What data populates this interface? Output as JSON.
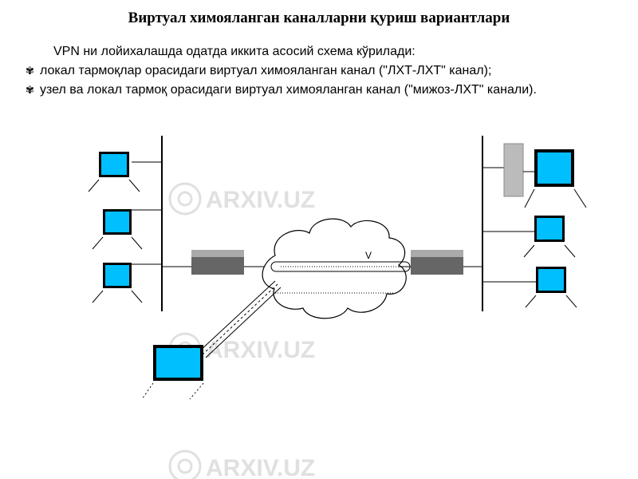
{
  "title": "Виртуал химояланган каналларни қуриш вариантлари",
  "intro": "VPN ни лойихалашда одатда иккита асосий схема кўрилади:",
  "bullets": [
    {
      "icon": "curled-leaf-bullet-icon",
      "text": "локал тармоқлар орасидаги виртуал химояланган канал (\"ЛХТ-ЛХТ\" канал);"
    },
    {
      "icon": "curled-leaf-bullet-icon",
      "text": "узел ва локал тармоқ орасидаги виртуал химояланган канал (\"мижоз-ЛХТ\" канали)."
    }
  ],
  "cloud_label": "V",
  "watermark": "ARXIV.UZ",
  "colors": {
    "screen": "#00BFFF",
    "router": "#666666",
    "cloud_stroke": "#000000",
    "watermark": "#c8c8c8",
    "server": "#bbbbbb"
  }
}
